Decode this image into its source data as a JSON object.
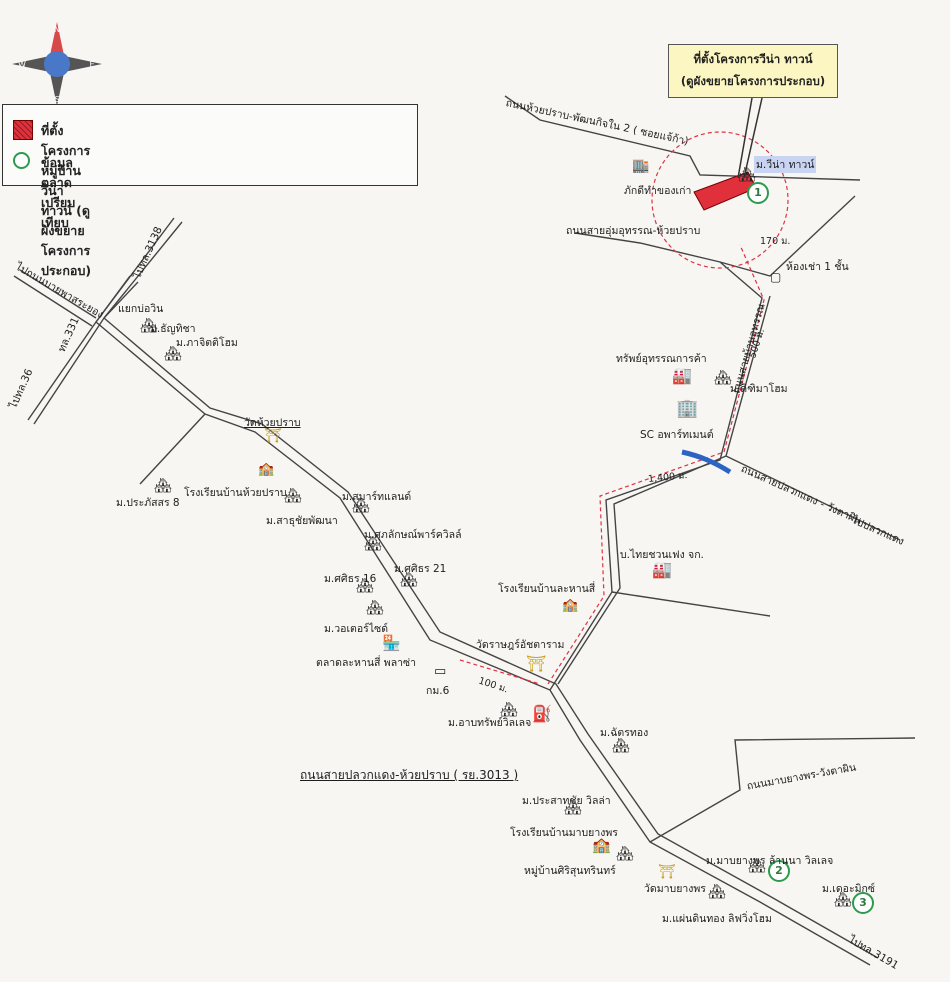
{
  "legend": {
    "project_label": "ที่ตั้งโครงการหมู่บ้าน วีน่า ทาวน์ (ดูผังขยายโครงการประกอบ)",
    "market_label": "ข้อมูลตลาดเปรียบเทียบ",
    "project_color": "#e0303c",
    "market_color": "#2e9a4e"
  },
  "callout": {
    "line1": "ที่ตั้งโครงการวีน่า ทาวน์",
    "line2": "(ดูผังขยายโครงการประกอบ)"
  },
  "compass": {
    "n": "N",
    "s": "S",
    "e": "E",
    "w": "W"
  },
  "markers": [
    "1",
    "2",
    "3"
  ],
  "distances": {
    "d170": "170 ม.",
    "d500": "500 ม.",
    "d1400": "1,400 ม.",
    "d100": "100 ม."
  },
  "roads": {
    "huaiprap_pattanakit": "ถนนห้วยปราบ-พัฒนกิจใน 2 ( ซอยแจ้ก้า)",
    "sainaree": "ถนนสายอุ่มอุทรรณ-ห้วยปราบ",
    "phroknam": "ถนนสายบ้านอุทรรณ",
    "plaukdaeng_wangtaphin": "ถนนสายปลวกแดง - วังตาผิน",
    "to_plaukdaeng": "ไปปลวกแดง",
    "main_road": "ถนนสายปลวกแดง-ห้วยปราบ ( รย.3013 )",
    "mapyangphon_wangtaphin": "ถนนมาบยางพร-วังตาผิน",
    "to_3138": "ไปทล.3138",
    "to_bypass": "ไปถนนบายพาสระยอง",
    "tl331": "ทล.331",
    "to_36": "ไปทล.36",
    "to_3191": "ไปทล.3191"
  },
  "places": {
    "vena_town": "ม.วีน่า ทาวน์",
    "sakdithong": "ภักดีทำของเก่า",
    "room_1": "ห้องเช่า 1 ชั้น",
    "sap_utharnkan": "ทรัพย์อุทรรณการค้า",
    "dream_home": "ม.ดิฑิมาโฮม",
    "sc_apartment": "SC อพาร์ทเมนต์",
    "thai_steel": "บ.ไทยชวนเฟง จก.",
    "school_chataphan": "โรงเรียนบ้านละหานสี่",
    "wat_phut": "วัดราษฎร์อัชตาราม",
    "yaek_bowin": "แยกบ่อวิน",
    "thanyathip": "ม.ธัญทิชา",
    "srithip": "ม.ภาจิตติโฮม",
    "wat_huaiprap": "วัดห้วยปราบ",
    "prakadsak": "ม.ประภัสสร 8",
    "school_huaiprap": "โรงเรียนบ้านห้วยปราบ",
    "sarichaiphan": "ม.สาธุชัยพัฒนา",
    "smartland": "ม.สมาร์ทแลนด์",
    "supalai": "ม.ศุภลักษณ์พาร์ควิลล์",
    "sirin21": "ม.ศศิธร 21",
    "sirin16": "ม.ศศิธร 16",
    "waterside": "ม.วอเตอร์ไซด์",
    "market": "ตลาดละหานสี่ พลาซ่า",
    "km6": "กม.6",
    "apartment_ville": "ม.อาบทรัพย์วิลเลจ",
    "chatthong": "ม.ฉัตรทอง",
    "prasatchai": "ม.ประสาทชัย วิลล่า",
    "school_mapyang": "โรงเรียนบ้านมาบยางพร",
    "siri_sunthon": "หมู่บ้านศิริสุนทรินทร์",
    "wat_mapyang": "วัดมาบยางพร",
    "mapyang_lanna": "ม.มาบยางพร ล้านนา วิลเลจ",
    "dermix": "ม.เดอะมิกซ์",
    "phendin_thong": "ม.แผ่นดินทอง ลิฟวิ่งโฮม"
  }
}
